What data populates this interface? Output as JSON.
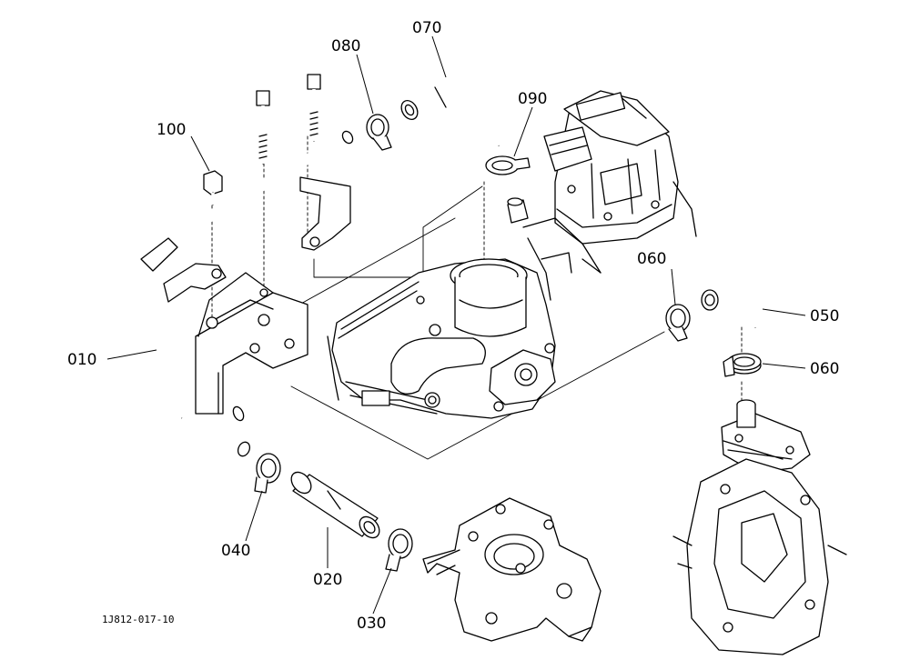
{
  "diagram": {
    "reference_code": "1J812-017-10",
    "callouts": [
      {
        "id": "p010",
        "label": "010"
      },
      {
        "id": "p020",
        "label": "020"
      },
      {
        "id": "p030",
        "label": "030"
      },
      {
        "id": "p040",
        "label": "040"
      },
      {
        "id": "p050",
        "label": "050"
      },
      {
        "id": "p060a",
        "label": "060"
      },
      {
        "id": "p060b",
        "label": "060"
      },
      {
        "id": "p070",
        "label": "070"
      },
      {
        "id": "p080",
        "label": "080"
      },
      {
        "id": "p090",
        "label": "090"
      },
      {
        "id": "p100",
        "label": "100"
      }
    ]
  }
}
